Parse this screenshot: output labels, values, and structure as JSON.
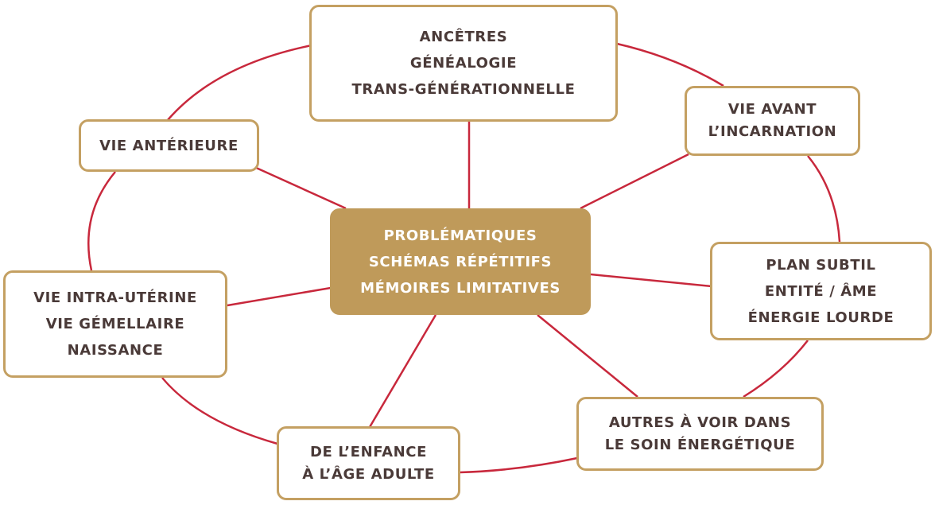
{
  "diagram": {
    "center": {
      "lines": [
        "PROBLÉMATIQUES",
        "SCHÉMAS RÉPÉTITIFS",
        "MÉMOIRES LIMITATIVES"
      ]
    },
    "nodes": {
      "ancetres": {
        "lines": [
          "ANCÊTRES",
          "GÉNÉALOGIE",
          "TRANS-GÉNÉRATIONNELLE"
        ]
      },
      "vie_avant_incarnation": {
        "lines": [
          "VIE AVANT",
          "L’INCARNATION"
        ]
      },
      "vie_anterieure": {
        "lines": [
          "VIE ANTÉRIEURE"
        ]
      },
      "plan_subtil": {
        "lines": [
          "PLAN SUBTIL",
          "ENTITÉ / ÂME",
          "ÉNERGIE LOURDE"
        ]
      },
      "vie_intra_uterine": {
        "lines": [
          "VIE INTRA-UTÉRINE",
          "VIE GÉMELLAIRE",
          "NAISSANCE"
        ]
      },
      "autres_soin": {
        "lines": [
          "AUTRES À VOIR DANS",
          "LE SOIN ÉNERGÉTIQUE"
        ]
      },
      "enfance_adulte": {
        "lines": [
          "DE L’ENFANCE",
          "À L’ÂGE ADULTE"
        ]
      }
    },
    "colors": {
      "connector": "#c8283c",
      "node_border": "#c4a062",
      "center_fill": "#bf9a5a",
      "node_text": "#4a3a38",
      "center_text": "#ffffff"
    }
  }
}
